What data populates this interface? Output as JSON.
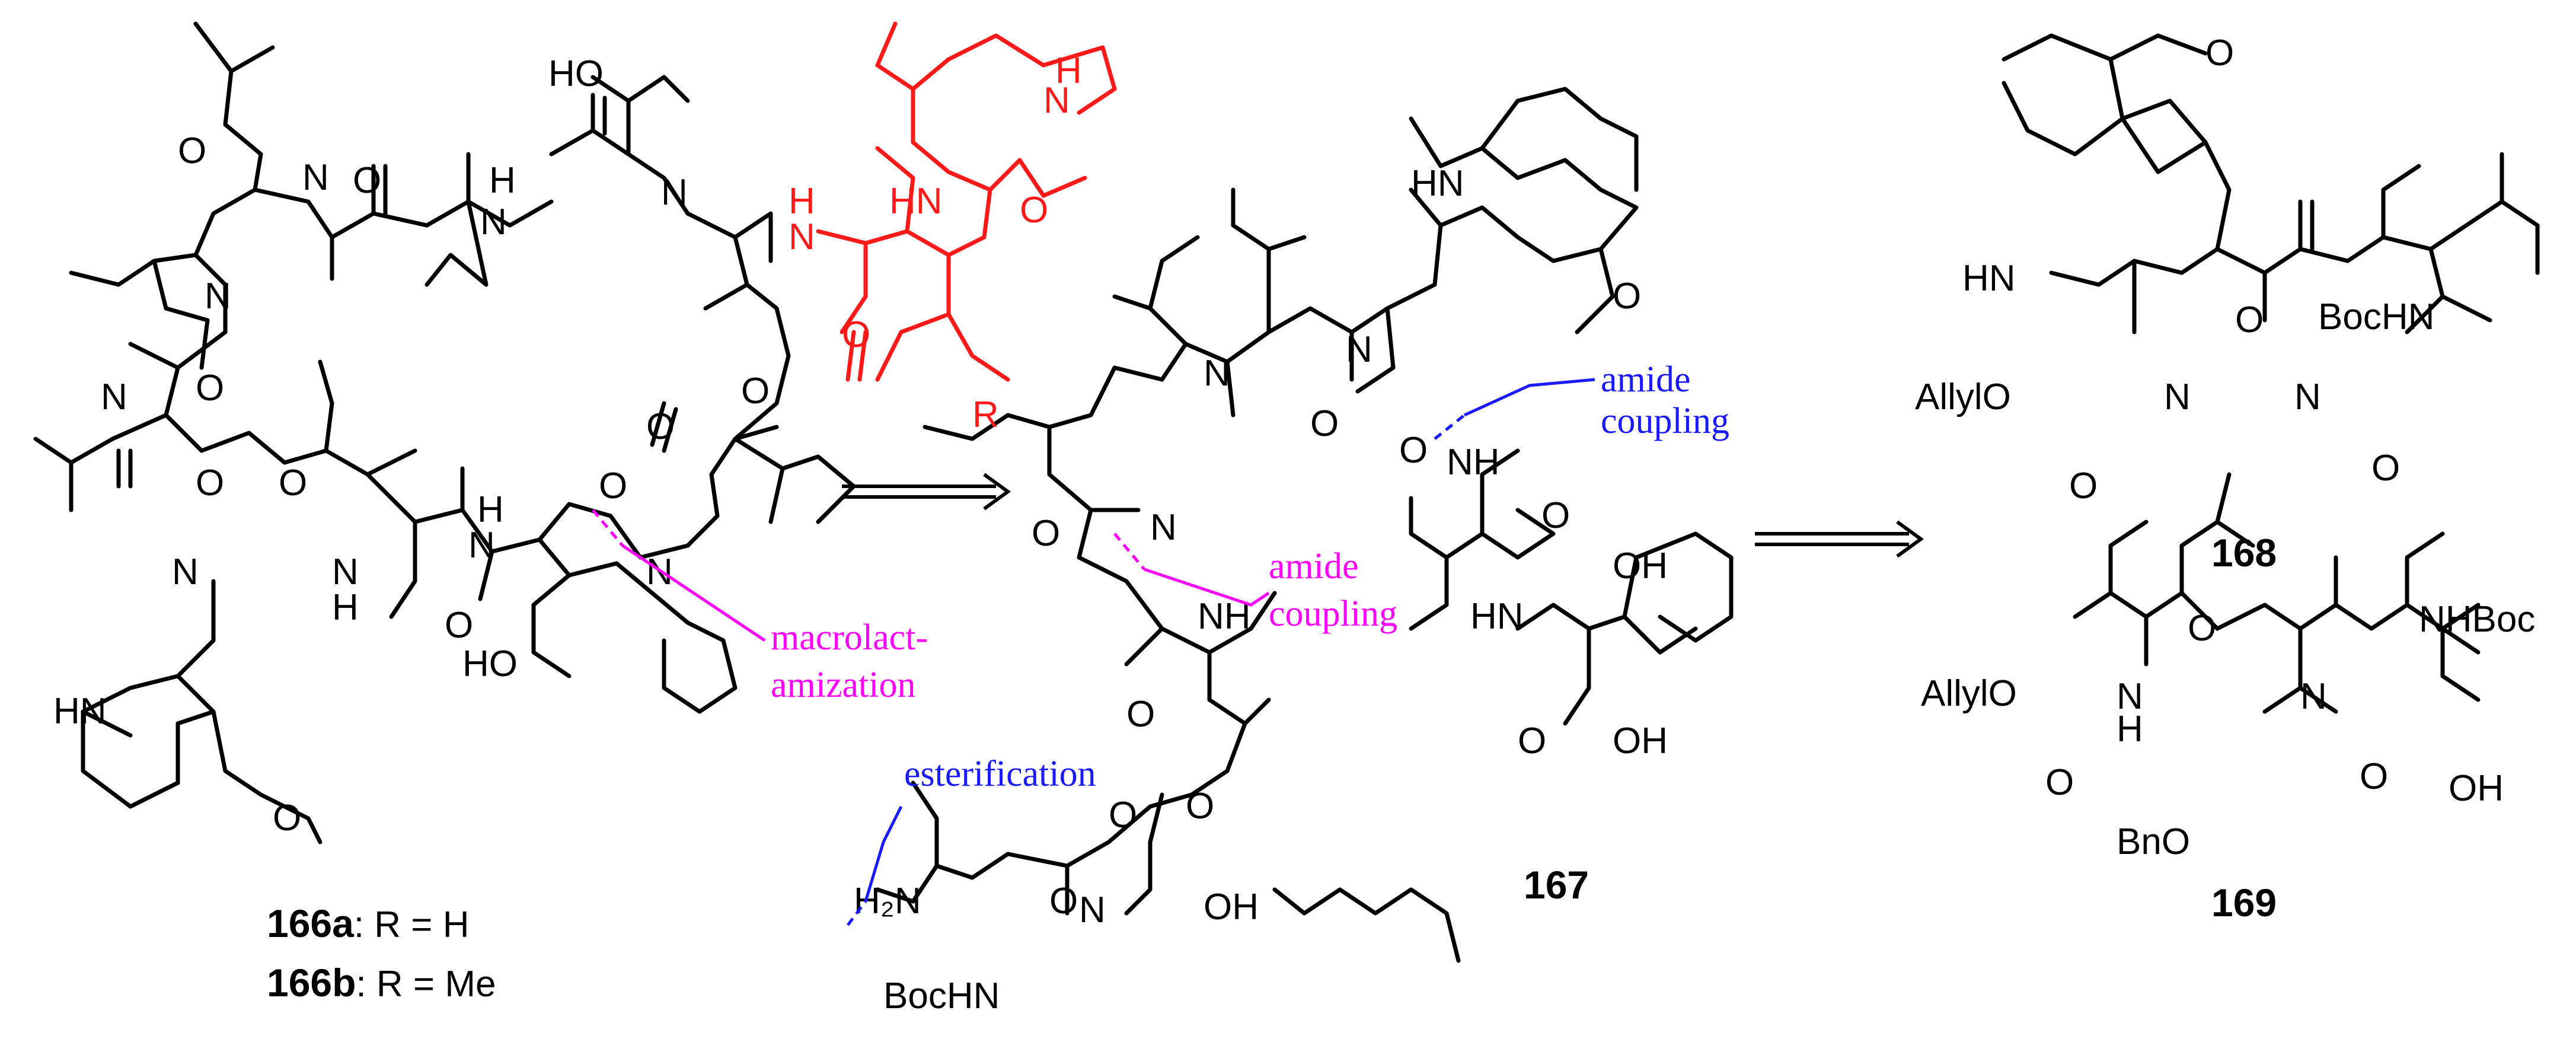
{
  "compounds": {
    "c166": {
      "id_a": "166a",
      "suffix_a": ": R = H",
      "id_b": "166b",
      "suffix_b": ": R = Me"
    },
    "c167": {
      "id": "167"
    },
    "c168": {
      "id": "168"
    },
    "c169": {
      "id": "169"
    }
  },
  "annotations": {
    "amide_coupling_1": [
      "amide",
      "coupling"
    ],
    "amide_coupling_2": [
      "amide",
      "coupling"
    ],
    "macrolactamization": [
      "macrolact-",
      "amization"
    ],
    "esterification": "esterification"
  },
  "atoms": {
    "n": "N",
    "nh": "NH",
    "h": "H",
    "hn": "HN",
    "o": "O",
    "oh": "OH",
    "ho": "HO",
    "r": "R",
    "h2n": "H₂N",
    "bochn": "BocHN",
    "nhboc": "NHBoc",
    "allylo": "AllylO",
    "bno": "BnO"
  },
  "colors": {
    "highlight": "#ff1a1a",
    "annotation_magenta": "#ff00ff",
    "annotation_blue": "#1a1aff",
    "ink": "#000000"
  }
}
